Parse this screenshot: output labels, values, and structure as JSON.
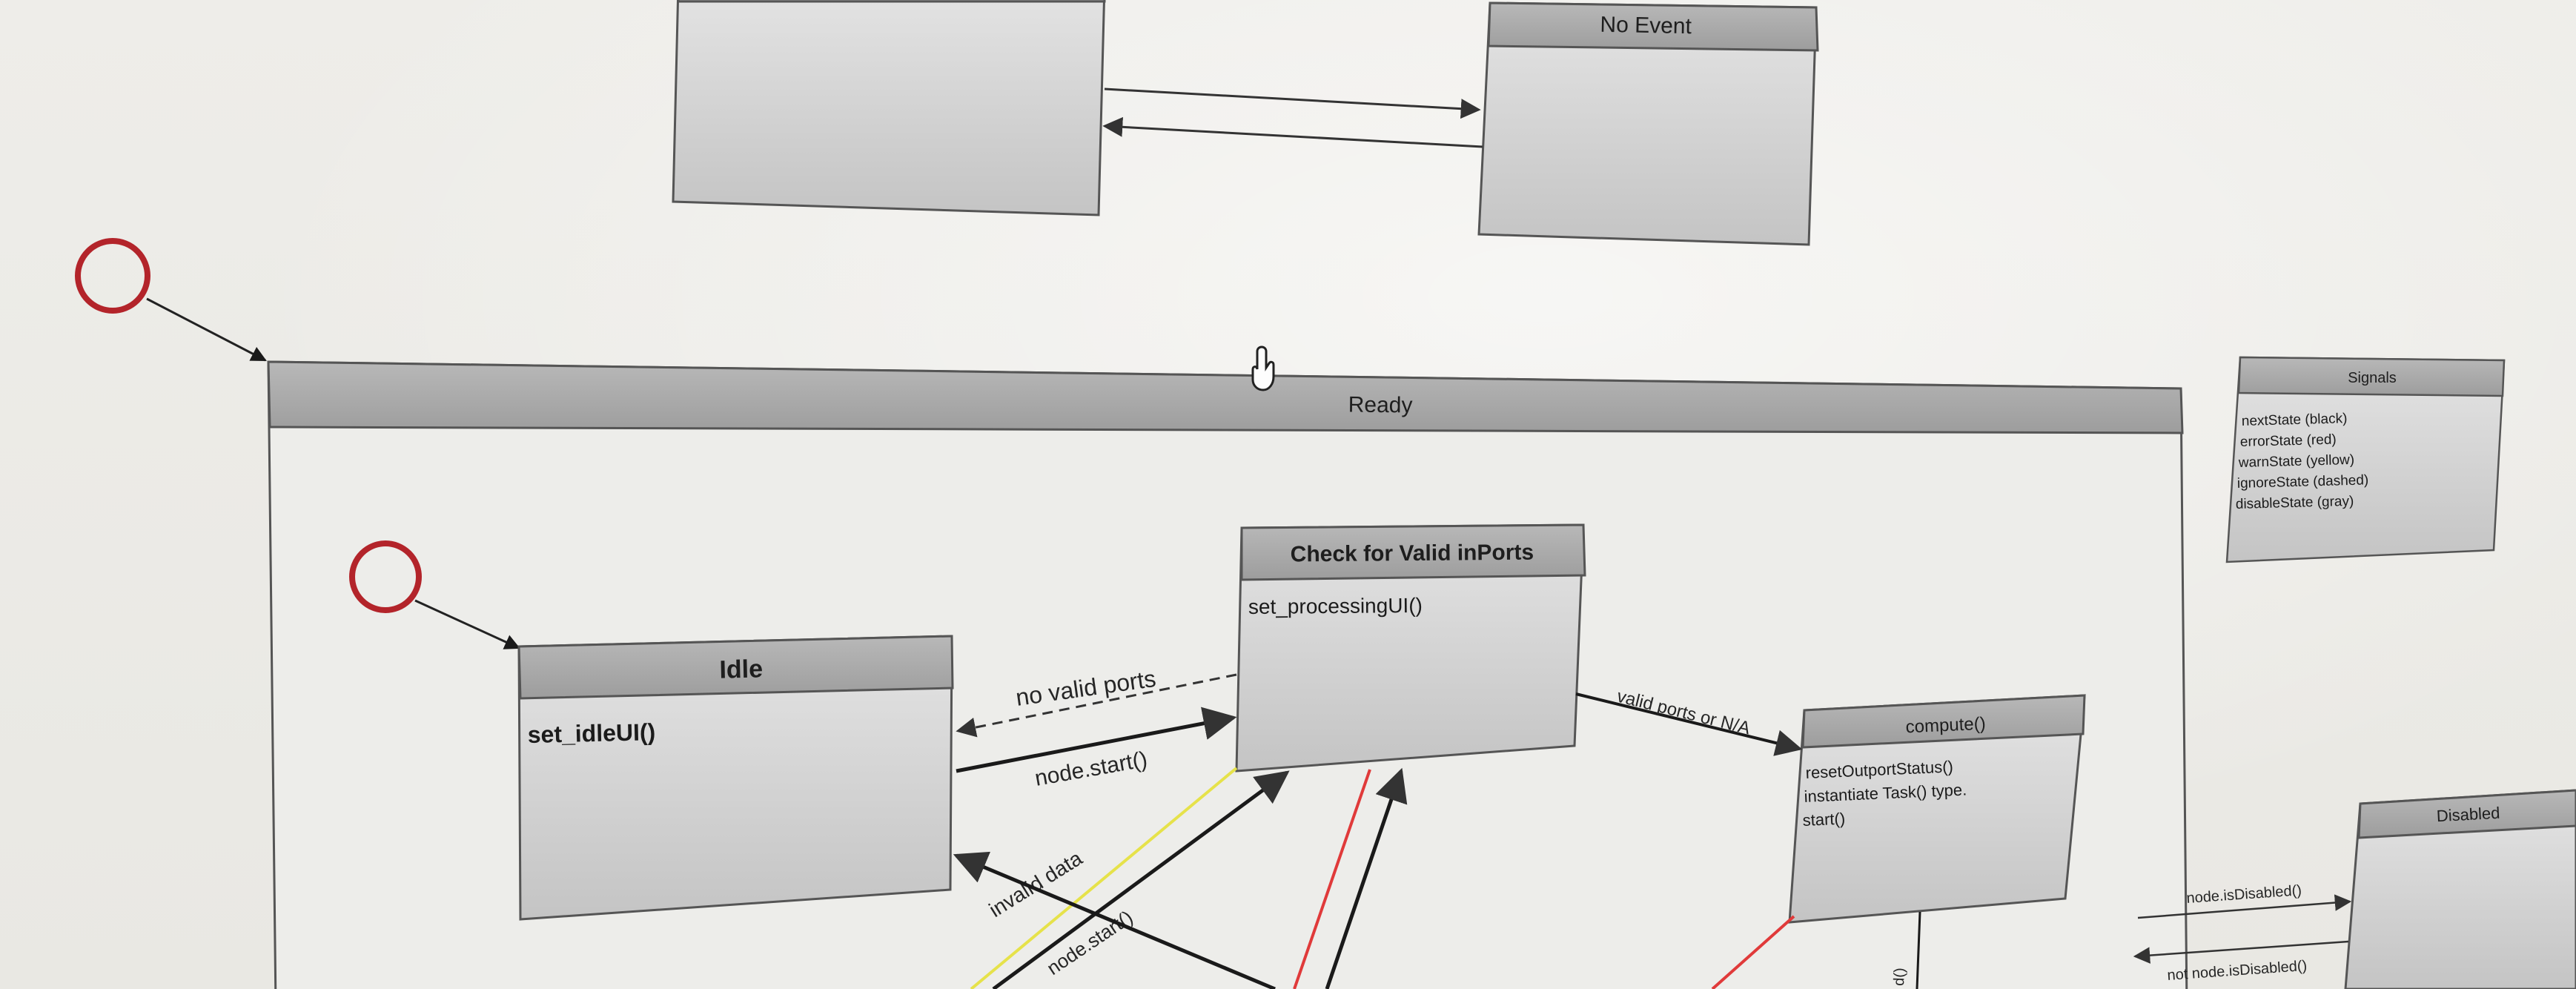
{
  "states": {
    "no_event": {
      "title": "No Event"
    },
    "ready": {
      "title": "Ready"
    },
    "check_ports": {
      "title": "Check for Valid inPorts",
      "actions": [
        "set_processingUI()"
      ]
    },
    "idle": {
      "title": "Idle",
      "actions": [
        "set_idleUI()"
      ]
    },
    "compute": {
      "title": "compute()",
      "actions": [
        "resetOutportStatus()",
        "instantiate Task() type.",
        "start()"
      ]
    },
    "disabled": {
      "title": "Disabled"
    }
  },
  "signals_legend": {
    "title": "Signals",
    "items": [
      "nextState (black)",
      "errorState (red)",
      "warnState (yellow)",
      "ignoreState (dashed)",
      "disableState (gray)"
    ]
  },
  "transitions": {
    "no_valid_ports": "no valid ports",
    "node_start_1": "node.start()",
    "valid_ports": "valid ports or N/A",
    "invalid_data": "invalid data",
    "node_start_2": "node.start()",
    "node_is_disabled": "node.isDisabled()",
    "not_node_is_disabled": "not node.isDisabled()",
    "compute_partial": "d()"
  },
  "colors": {
    "next_state": "#1a1a1a",
    "error_state": "#e03a3a",
    "warn_state": "#e6e24a",
    "initial_ring": "#b3242a",
    "header_fill": "#a6a6a6",
    "body_fill": "#cfcfcf"
  }
}
